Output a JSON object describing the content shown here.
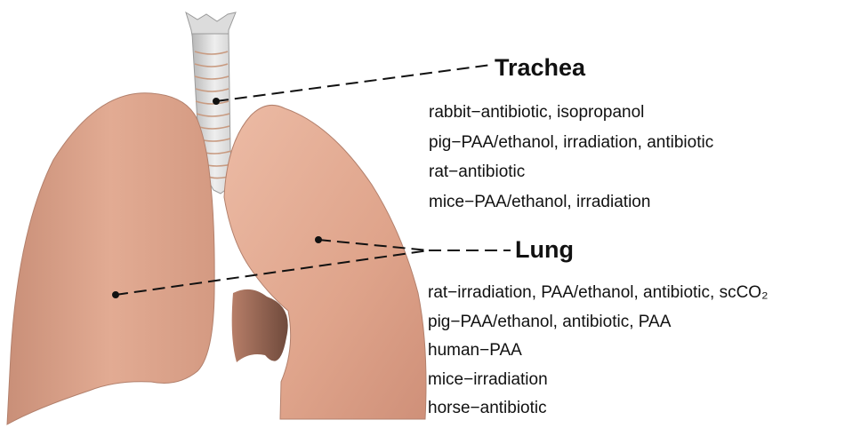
{
  "trachea": {
    "heading": "Trachea",
    "entries": [
      "rabbit−antibiotic, isopropanol",
      "pig−PAA/ethanol, irradiation, antibiotic",
      "rat−antibiotic",
      "mice−PAA/ethanol, irradiation"
    ]
  },
  "lung": {
    "heading": "Lung",
    "entries": [
      "rat−irradiation, PAA/ethanol, antibiotic, scCO₂",
      "pig−PAA/ethanol, antibiotic, PAA",
      "human−PAA",
      "mice−irradiation",
      "horse−antibiotic"
    ]
  },
  "colors": {
    "lung_fill": "#e0a58c",
    "lung_dark": "#a06a55",
    "trachea_fill": "#d6d6d6",
    "trachea_rings": "#c89a80",
    "leader_line": "#111111"
  }
}
